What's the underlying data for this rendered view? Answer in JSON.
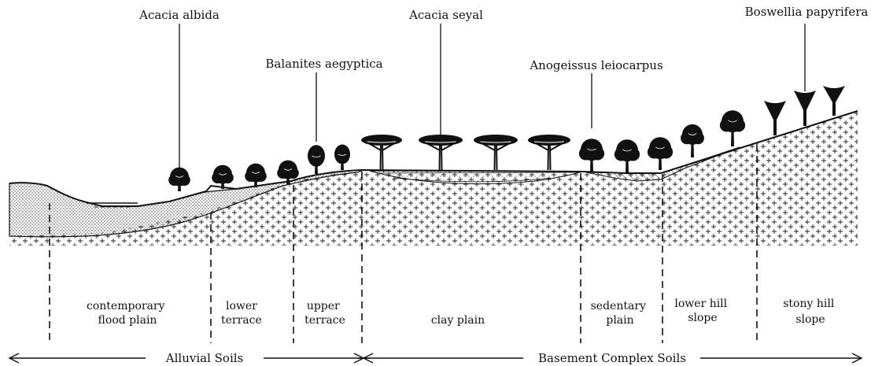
{
  "species": [
    {
      "id": "acacia-albida",
      "name": "Acacia albida"
    },
    {
      "id": "balanites-aegyptica",
      "name": "Balanites aegyptica"
    },
    {
      "id": "acacia-seyal",
      "name": "Acacia seyal"
    },
    {
      "id": "anogeissus-leiocarpus",
      "name": "Anogeissus leiocarpus"
    },
    {
      "id": "boswellia-papyrifera",
      "name": "Boswellia papyrifera"
    }
  ],
  "zones": [
    {
      "id": "contemporary-flood-plain",
      "lines": [
        "contemporary",
        "flood plain"
      ]
    },
    {
      "id": "lower-terrace",
      "lines": [
        "lower",
        "terrace"
      ]
    },
    {
      "id": "upper-terrace",
      "lines": [
        "upper",
        "terrace"
      ]
    },
    {
      "id": "clay-plain",
      "lines": [
        "clay plain"
      ]
    },
    {
      "id": "sedentary-plain",
      "lines": [
        "sedentary",
        "plain"
      ]
    },
    {
      "id": "lower-hill-slope",
      "lines": [
        "lower hill",
        "slope"
      ]
    },
    {
      "id": "stony-hill-slope",
      "lines": [
        "stony hill",
        "slope"
      ]
    }
  ],
  "soil_groups": [
    {
      "id": "alluvial-soils",
      "label": "Alluvial Soils"
    },
    {
      "id": "basement-complex-soils",
      "label": "Basement Complex Soils"
    }
  ]
}
